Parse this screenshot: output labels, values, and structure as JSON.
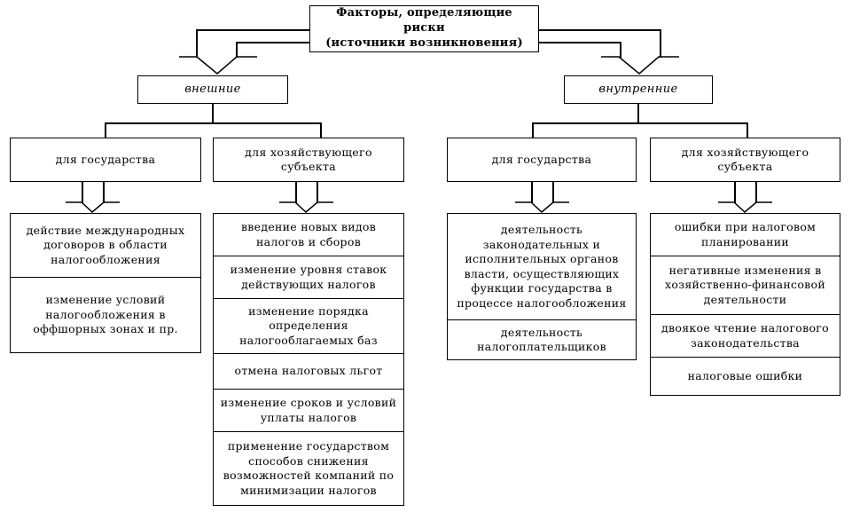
{
  "diagram": {
    "title": "Факторы, определяющие риски\n(источники возникновения)",
    "title_line1": "Факторы, определяющие риски",
    "title_line2": "(источники возникновения)",
    "level2": {
      "left": "внешние",
      "right": "внутренние"
    },
    "level3": {
      "ext_state": "для государства",
      "ext_entity_line1": "для хозяйствующего",
      "ext_entity_line2": "субъекта",
      "int_state": "для государства",
      "int_entity_line1": "для хозяйствующего",
      "int_entity_line2": "субъекта"
    },
    "columns": [
      {
        "name": "external-for-state",
        "items": [
          "действие международных договоров в области налогообложения",
          "изменение условий налогообложения в оффшорных зонах и пр."
        ]
      },
      {
        "name": "external-for-entity",
        "items": [
          "введение новых видов налогов и сборов",
          "изменение уровня ставок действующих налогов",
          "изменение порядка определения налогооблагаемых баз",
          "отмена налоговых льгот",
          "изменение сроков и условий уплаты налогов",
          "применение государством способов снижения возможностей компаний по минимизации налогов"
        ]
      },
      {
        "name": "internal-for-state",
        "items": [
          "деятельность законодательных и исполнительных органов власти, осуществляющих функции государства в процессе налогообложения",
          "деятельность налогоплательщиков"
        ]
      },
      {
        "name": "internal-for-entity",
        "items": [
          "ошибки при налоговом планировании",
          "негативные изменения в хозяйственно-финансовой деятельности",
          "двоякое чтение налогового законодательства",
          "налоговые ошибки"
        ]
      }
    ],
    "colors": {
      "stroke": "#000000",
      "fill": "#ffffff"
    }
  }
}
